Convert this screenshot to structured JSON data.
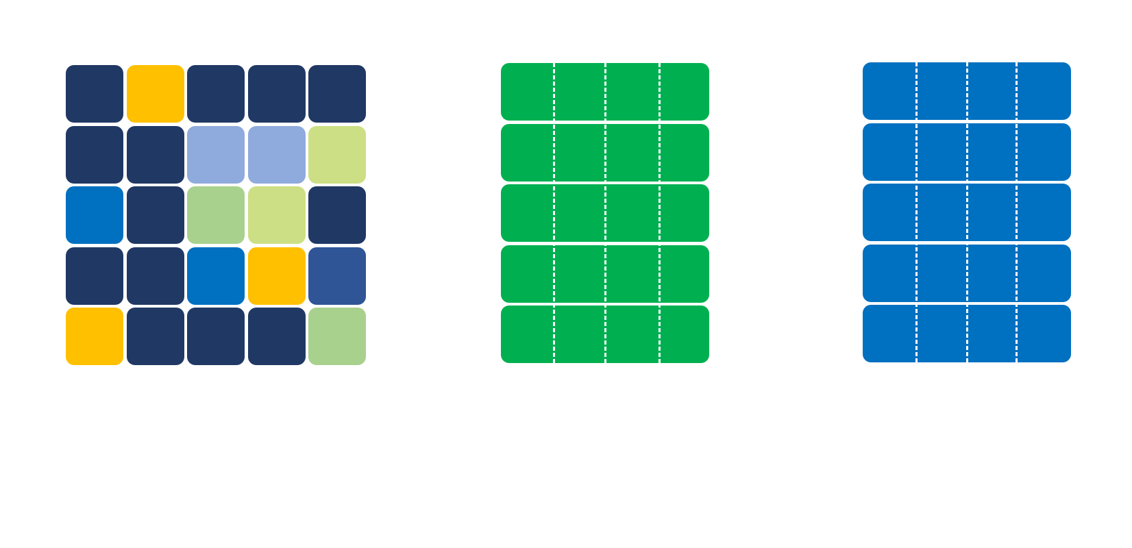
{
  "colors": {
    "navy": "#203864",
    "amber": "#FFC000",
    "periwinkle": "#8FAADC",
    "lime": "#CCDF84",
    "blue": "#0070C0",
    "sage": "#A9D18E",
    "steel": "#2F5597",
    "green": "#00B050"
  },
  "grid": {
    "rows": [
      [
        "navy",
        "amber",
        "navy",
        "navy",
        "navy"
      ],
      [
        "navy",
        "navy",
        "periwinkle",
        "periwinkle",
        "lime"
      ],
      [
        "blue",
        "navy",
        "sage",
        "lime",
        "navy"
      ],
      [
        "navy",
        "navy",
        "blue",
        "amber",
        "steel"
      ],
      [
        "amber",
        "navy",
        "navy",
        "navy",
        "sage"
      ]
    ]
  },
  "stacks": [
    {
      "color": "green",
      "bars": 5,
      "dividers": 3
    },
    {
      "color": "blue",
      "bars": 5,
      "dividers": 3
    }
  ]
}
